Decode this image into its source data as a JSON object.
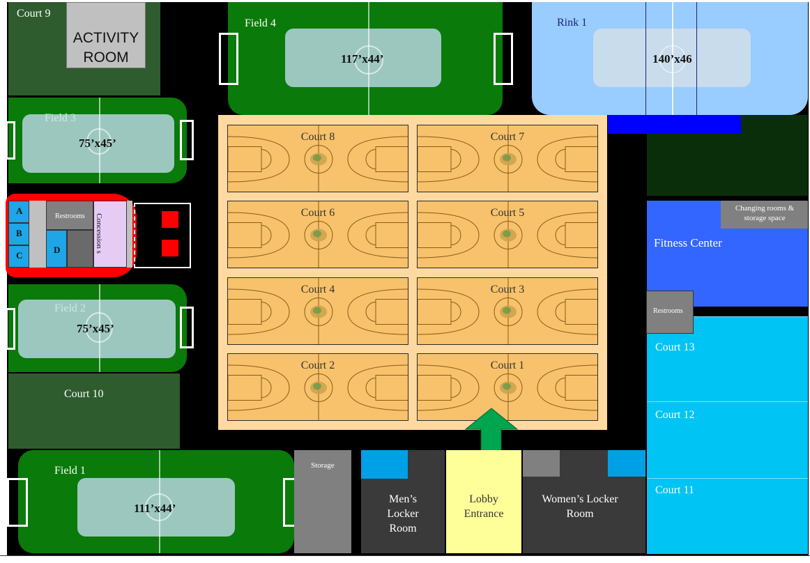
{
  "courts": [
    {
      "label": "Court 8"
    },
    {
      "label": "Court 7"
    },
    {
      "label": "Court 6"
    },
    {
      "label": "Court 5"
    },
    {
      "label": "Court 4"
    },
    {
      "label": "Court 3"
    },
    {
      "label": "Court 2"
    },
    {
      "label": "Court 1"
    }
  ],
  "court9": {
    "label": "Court  9"
  },
  "activity_room": {
    "line1": "ACTIVITY",
    "line2": "ROOM"
  },
  "field4": {
    "label": "Field  4",
    "dims": "117’x44’"
  },
  "rink1": {
    "label": "Rink 1",
    "dims": "140’x46"
  },
  "field3": {
    "label": "Field  3",
    "dims": "75’x45’"
  },
  "field2": {
    "label": "Field  2",
    "dims": "75’x45’"
  },
  "field1": {
    "label": "Field  1",
    "dims": "111’x44’"
  },
  "court10": {
    "label": "Court 10"
  },
  "concession_area": {
    "stalls": [
      "A",
      "B",
      "C",
      "D"
    ],
    "restrooms": "Restrooms",
    "concessions": "Concession s"
  },
  "changing_rooms": "Changing rooms & storage space",
  "fitness_center": "Fitness Center",
  "restrooms_east": "Restrooms",
  "court13": "Court 13",
  "court12": "Court 12",
  "court11": "Court 11",
  "storage": "Storage",
  "mens_locker": {
    "line1": "Men’s",
    "line2": "Locker",
    "line3": "Room"
  },
  "lobby": {
    "line1": "Lobby",
    "line2": "Entrance"
  },
  "womens_locker": {
    "line1": "Women’s Locker",
    "line2": "Room"
  },
  "colors": {
    "field_green": "#0a7a0a",
    "court_wood": "#f7c26b",
    "rink_blue": "#99ccff",
    "fitness_blue": "#3366ff",
    "east_courts": "#00c4f4",
    "concession_red": "#ff0000",
    "entrance_arrow": "#00a550",
    "lobby_yellow": "#ffff99"
  }
}
